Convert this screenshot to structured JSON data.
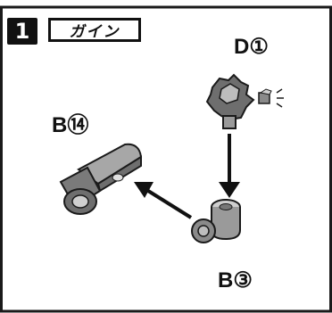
{
  "step": {
    "number": "1",
    "title": "ガイン"
  },
  "parts": {
    "d1": "D①",
    "b14": "B⑭",
    "b3": "B③"
  },
  "colors": {
    "ink": "#111111",
    "part_gray": "#7a7a7a",
    "part_light": "#c9c9c9",
    "border": "#1a1a1a"
  }
}
